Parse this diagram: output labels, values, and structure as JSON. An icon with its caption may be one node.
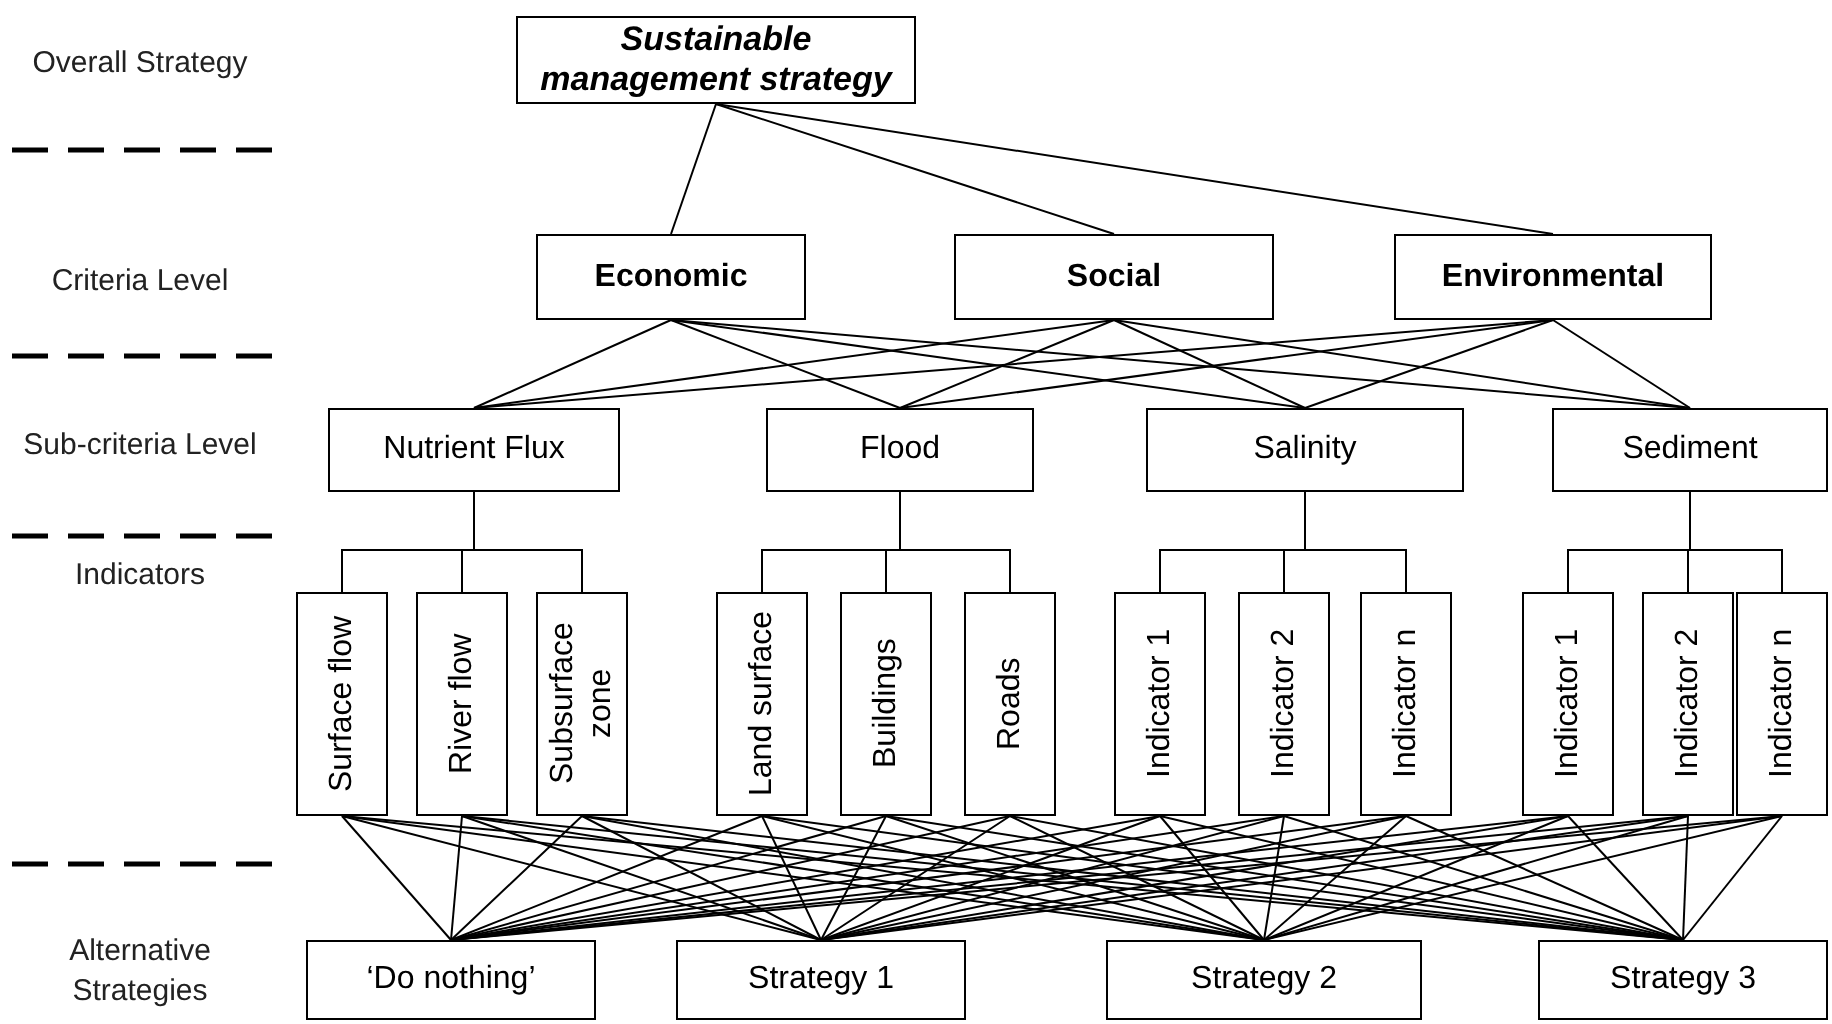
{
  "diagram": {
    "nodes": [
      {
        "text": [
          "Sustainable management strategy"
        ]
      },
      {
        "text": [
          "Economic"
        ]
      },
      {
        "text": [
          "Social"
        ]
      },
      {
        "text": [
          "Environmental"
        ]
      },
      {
        "text": [
          "Nutrient Flux"
        ]
      },
      {
        "text": [
          "Flood"
        ]
      },
      {
        "text": [
          "Salinity"
        ]
      },
      {
        "text": [
          "Sediment"
        ]
      },
      {
        "text": [
          "Surface flow"
        ]
      },
      {
        "text": [
          "River flow"
        ]
      },
      {
        "text": [
          "Subsurface zone"
        ]
      },
      {
        "text": [
          "Land surface"
        ]
      },
      {
        "text": [
          "Buildings"
        ]
      },
      {
        "text": [
          "Roads"
        ]
      },
      {
        "text": [
          "Indicator 1"
        ]
      },
      {
        "text": [
          "Indicator 2"
        ]
      },
      {
        "text": [
          "Indicator n"
        ]
      },
      {
        "text": [
          "Indicator 1"
        ]
      },
      {
        "text": [
          "Indicator 2"
        ]
      },
      {
        "text": [
          "Indicator n"
        ]
      },
      {
        "text": [
          "‘Do nothing’"
        ]
      },
      {
        "text": [
          "Strategy 1"
        ]
      },
      {
        "text": [
          "Strategy 2"
        ]
      },
      {
        "text": [
          "Strategy 3"
        ]
      }
    ],
    "edges": [
      {
        "from": 0,
        "to": 1,
        "arrow": "none"
      },
      {
        "from": 0,
        "to": 2,
        "arrow": "none"
      },
      {
        "from": 0,
        "to": 3,
        "arrow": "none"
      },
      {
        "from": 1,
        "to": 4,
        "arrow": "none"
      },
      {
        "from": 1,
        "to": 5,
        "arrow": "none"
      },
      {
        "from": 1,
        "to": 6,
        "arrow": "none"
      },
      {
        "from": 1,
        "to": 7,
        "arrow": "none"
      },
      {
        "from": 2,
        "to": 4,
        "arrow": "none"
      },
      {
        "from": 2,
        "to": 5,
        "arrow": "none"
      },
      {
        "from": 2,
        "to": 6,
        "arrow": "none"
      },
      {
        "from": 2,
        "to": 7,
        "arrow": "none"
      },
      {
        "from": 3,
        "to": 4,
        "arrow": "none"
      },
      {
        "from": 3,
        "to": 5,
        "arrow": "none"
      },
      {
        "from": 3,
        "to": 6,
        "arrow": "none"
      },
      {
        "from": 3,
        "to": 7,
        "arrow": "none"
      },
      {
        "from": 4,
        "to": 8,
        "arrow": "none"
      },
      {
        "from": 4,
        "to": 9,
        "arrow": "none"
      },
      {
        "from": 4,
        "to": 10,
        "arrow": "none"
      },
      {
        "from": 5,
        "to": 11,
        "arrow": "none"
      },
      {
        "from": 5,
        "to": 12,
        "arrow": "none"
      },
      {
        "from": 5,
        "to": 13,
        "arrow": "none"
      },
      {
        "from": 6,
        "to": 14,
        "arrow": "none"
      },
      {
        "from": 6,
        "to": 15,
        "arrow": "none"
      },
      {
        "from": 6,
        "to": 16,
        "arrow": "none"
      },
      {
        "from": 7,
        "to": 17,
        "arrow": "none"
      },
      {
        "from": 7,
        "to": 18,
        "arrow": "none"
      },
      {
        "from": 7,
        "to": 19,
        "arrow": "none"
      },
      {
        "from": 8,
        "to": 20,
        "arrow": "none"
      },
      {
        "from": 8,
        "to": 21,
        "arrow": "none"
      },
      {
        "from": 8,
        "to": 22,
        "arrow": "none"
      },
      {
        "from": 8,
        "to": 23,
        "arrow": "none"
      },
      {
        "from": 9,
        "to": 20,
        "arrow": "none"
      },
      {
        "from": 9,
        "to": 21,
        "arrow": "none"
      },
      {
        "from": 9,
        "to": 22,
        "arrow": "none"
      },
      {
        "from": 9,
        "to": 23,
        "arrow": "none"
      },
      {
        "from": 10,
        "to": 20,
        "arrow": "none"
      },
      {
        "from": 10,
        "to": 21,
        "arrow": "none"
      },
      {
        "from": 10,
        "to": 22,
        "arrow": "none"
      },
      {
        "from": 10,
        "to": 23,
        "arrow": "none"
      },
      {
        "from": 11,
        "to": 20,
        "arrow": "none"
      },
      {
        "from": 11,
        "to": 21,
        "arrow": "none"
      },
      {
        "from": 11,
        "to": 22,
        "arrow": "none"
      },
      {
        "from": 11,
        "to": 23,
        "arrow": "none"
      },
      {
        "from": 12,
        "to": 20,
        "arrow": "none"
      },
      {
        "from": 12,
        "to": 21,
        "arrow": "none"
      },
      {
        "from": 12,
        "to": 22,
        "arrow": "none"
      },
      {
        "from": 12,
        "to": 23,
        "arrow": "none"
      },
      {
        "from": 13,
        "to": 20,
        "arrow": "none"
      },
      {
        "from": 13,
        "to": 21,
        "arrow": "none"
      },
      {
        "from": 13,
        "to": 22,
        "arrow": "none"
      },
      {
        "from": 13,
        "to": 23,
        "arrow": "none"
      },
      {
        "from": 14,
        "to": 20,
        "arrow": "none"
      },
      {
        "from": 14,
        "to": 21,
        "arrow": "none"
      },
      {
        "from": 14,
        "to": 22,
        "arrow": "none"
      },
      {
        "from": 14,
        "to": 23,
        "arrow": "none"
      },
      {
        "from": 15,
        "to": 20,
        "arrow": "none"
      },
      {
        "from": 15,
        "to": 21,
        "arrow": "none"
      },
      {
        "from": 15,
        "to": 22,
        "arrow": "none"
      },
      {
        "from": 15,
        "to": 23,
        "arrow": "none"
      },
      {
        "from": 16,
        "to": 20,
        "arrow": "none"
      },
      {
        "from": 16,
        "to": 21,
        "arrow": "none"
      },
      {
        "from": 16,
        "to": 22,
        "arrow": "none"
      },
      {
        "from": 16,
        "to": 23,
        "arrow": "none"
      },
      {
        "from": 17,
        "to": 20,
        "arrow": "none"
      },
      {
        "from": 17,
        "to": 21,
        "arrow": "none"
      },
      {
        "from": 17,
        "to": 22,
        "arrow": "none"
      },
      {
        "from": 17,
        "to": 23,
        "arrow": "none"
      },
      {
        "from": 18,
        "to": 20,
        "arrow": "none"
      },
      {
        "from": 18,
        "to": 21,
        "arrow": "none"
      },
      {
        "from": 18,
        "to": 22,
        "arrow": "none"
      },
      {
        "from": 18,
        "to": 23,
        "arrow": "none"
      },
      {
        "from": 19,
        "to": 20,
        "arrow": "none"
      },
      {
        "from": 19,
        "to": 21,
        "arrow": "none"
      },
      {
        "from": 19,
        "to": 22,
        "arrow": "none"
      },
      {
        "from": 19,
        "to": 23,
        "arrow": "none"
      }
    ],
    "labels": [
      "Overall Strategy",
      "Criteria Level",
      "Sub-criteria Level",
      "Indicators",
      "Alternative Strategies"
    ]
  }
}
